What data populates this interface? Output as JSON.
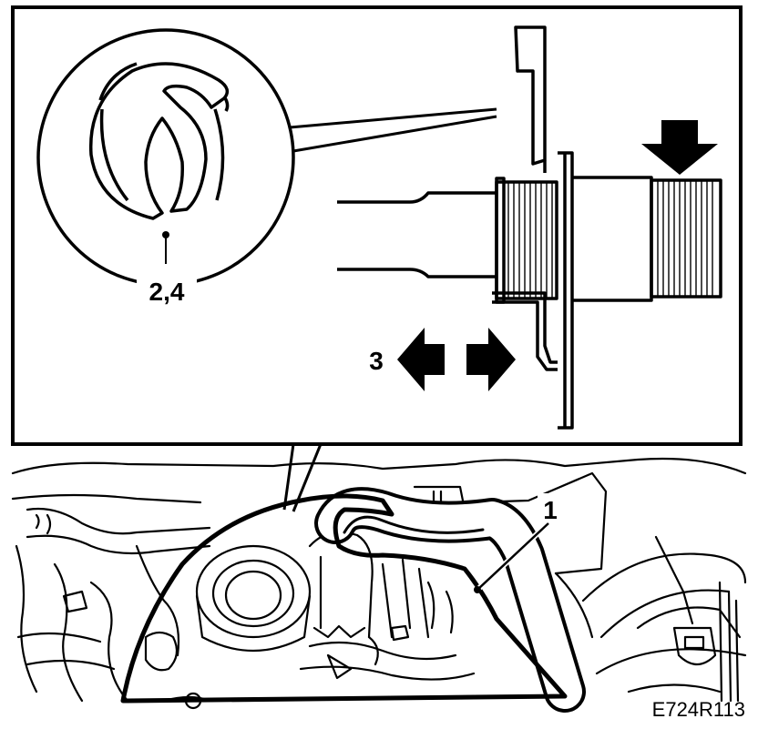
{
  "callouts": {
    "clip_label": "2,4",
    "arrow_label": "3",
    "hose_label": "1"
  },
  "figure_ref": "E724R113"
}
